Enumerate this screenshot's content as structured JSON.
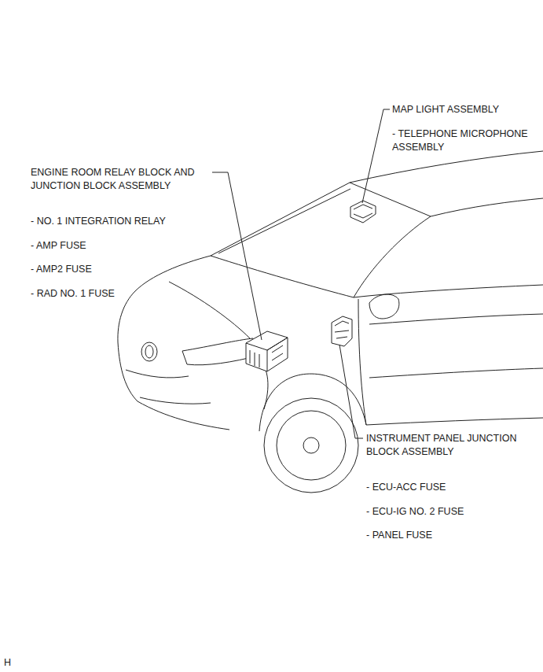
{
  "diagram": {
    "labels": [
      "MAP LIGHT ASSEMBLY",
      "- TELEPHONE MICROPHONE ASSEMBLY",
      "ENGINE ROOM RELAY BLOCK AND JUNCTION BLOCK ASSEMBLY",
      "- NO. 1 INTEGRATION RELAY",
      "- AMP FUSE",
      "- AMP2 FUSE",
      "- RAD NO. 1 FUSE",
      "INSTRUMENT PANEL JUNCTION BLOCK ASSEMBLY",
      "- ECU-ACC FUSE",
      "- ECU-IG NO. 2 FUSE",
      "- PANEL FUSE",
      "H"
    ]
  }
}
